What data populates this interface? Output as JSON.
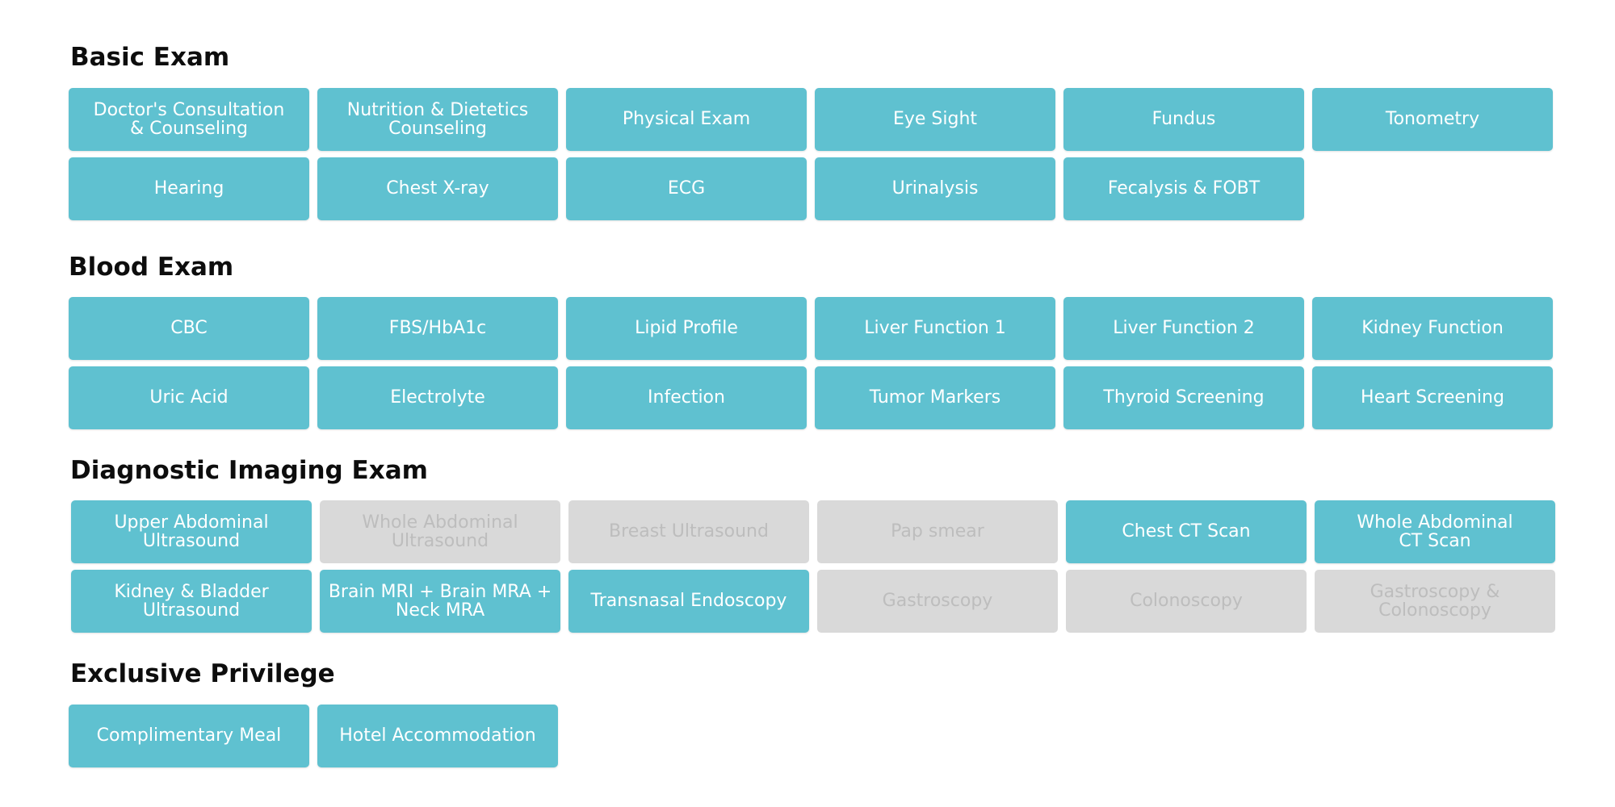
{
  "sections": {
    "basic": {
      "title": "Basic Exam",
      "items": [
        {
          "label": "Doctor's Consultation\n& Counseling",
          "enabled": true
        },
        {
          "label": "Nutrition & Dietetics\nCounseling",
          "enabled": true
        },
        {
          "label": "Physical Exam",
          "enabled": true
        },
        {
          "label": "Eye Sight",
          "enabled": true
        },
        {
          "label": "Fundus",
          "enabled": true
        },
        {
          "label": "Tonometry",
          "enabled": true
        },
        {
          "label": "Hearing",
          "enabled": true
        },
        {
          "label": "Chest X-ray",
          "enabled": true
        },
        {
          "label": "ECG",
          "enabled": true
        },
        {
          "label": "Urinalysis",
          "enabled": true
        },
        {
          "label": "Fecalysis & FOBT",
          "enabled": true
        }
      ]
    },
    "blood": {
      "title": "Blood Exam",
      "items": [
        {
          "label": "CBC",
          "enabled": true
        },
        {
          "label": "FBS/HbA1c",
          "enabled": true
        },
        {
          "label": "Lipid Profile",
          "enabled": true
        },
        {
          "label": "Liver Function 1",
          "enabled": true
        },
        {
          "label": "Liver Function 2",
          "enabled": true
        },
        {
          "label": "Kidney Function",
          "enabled": true
        },
        {
          "label": "Uric Acid",
          "enabled": true
        },
        {
          "label": "Electrolyte",
          "enabled": true
        },
        {
          "label": "Infection",
          "enabled": true
        },
        {
          "label": "Tumor Markers",
          "enabled": true
        },
        {
          "label": "Thyroid Screening",
          "enabled": true
        },
        {
          "label": "Heart Screening",
          "enabled": true
        }
      ]
    },
    "imaging": {
      "title": "Diagnostic Imaging Exam",
      "items": [
        {
          "label": "Upper Abdominal\nUltrasound",
          "enabled": true
        },
        {
          "label": "Whole Abdominal\nUltrasound",
          "enabled": false
        },
        {
          "label": "Breast Ultrasound",
          "enabled": false
        },
        {
          "label": "Pap smear",
          "enabled": false
        },
        {
          "label": "Chest CT Scan",
          "enabled": true
        },
        {
          "label": "Whole Abdominal\nCT Scan",
          "enabled": true
        },
        {
          "label": "Kidney & Bladder\nUltrasound",
          "enabled": true
        },
        {
          "label": "Brain MRI + Brain MRA +\nNeck MRA",
          "enabled": true
        },
        {
          "label": "Transnasal Endoscopy",
          "enabled": true
        },
        {
          "label": "Gastroscopy",
          "enabled": false
        },
        {
          "label": "Colonoscopy",
          "enabled": false
        },
        {
          "label": "Gastroscopy &\nColonoscopy",
          "enabled": false
        }
      ]
    },
    "privilege": {
      "title": "Exclusive Privilege",
      "items": [
        {
          "label": "Complimentary Meal",
          "enabled": true
        },
        {
          "label": "Hotel Accommodation",
          "enabled": true
        }
      ]
    }
  },
  "colors": {
    "active_tile": "#5fc1d0",
    "disabled_tile": "#d9d9d9",
    "disabled_text": "#bdbdbd",
    "heading": "#0d0d0d"
  }
}
